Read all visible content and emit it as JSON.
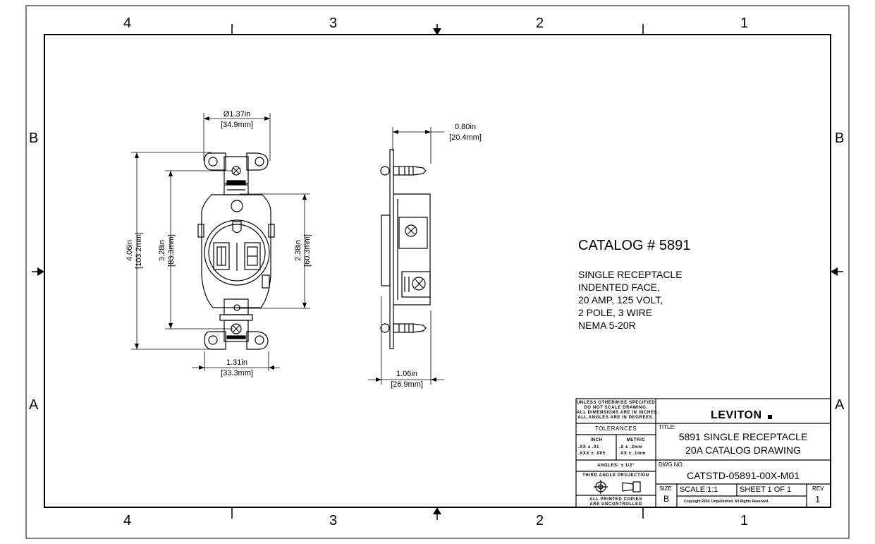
{
  "zones": {
    "top": [
      "4",
      "3",
      "2",
      "1"
    ],
    "bottom": [
      "4",
      "3",
      "2",
      "1"
    ],
    "left": [
      "B",
      "A"
    ],
    "right": [
      "B",
      "A"
    ]
  },
  "dimensions": {
    "front_width_in": "Ø1.37in",
    "front_width_mm": "[34.9mm]",
    "overall_height_in": "4.06in",
    "overall_height_mm": "[103.2mm]",
    "mount_height_in": "3.28in",
    "mount_height_mm": "[83.3mm]",
    "body_height_in": "2.38in",
    "body_height_mm": "[60.3mm]",
    "strap_width_in": "1.31in",
    "strap_width_mm": "[33.3mm]",
    "side_face_in": "0.80in",
    "side_face_mm": "[20.4mm]",
    "side_depth_in": "1.06in",
    "side_depth_mm": "[26.9mm]"
  },
  "catalog": {
    "title": "CATALOG # 5891",
    "description": [
      "SINGLE RECEPTACLE",
      "INDENTED FACE,",
      "20 AMP, 125 VOLT,",
      "2 POLE, 3 WIRE",
      "NEMA 5-20R"
    ]
  },
  "title_block": {
    "notes": [
      "UNLESS OTHERWISE SPECIFIED:",
      "DO NOT SCALE DRAWING.",
      "ALL DIMENSIONS ARE IN INCHES.",
      "ALL ANGLES ARE IN DEGREES."
    ],
    "tolerances_label": "TOLERANCES",
    "inch_label": "INCH",
    "metric_label": "METRIC",
    "inch_tol_1": ".XX   ± .01",
    "inch_tol_2": ".XXX  ± .005",
    "metric_tol_1": ".X    ± .2mm",
    "metric_tol_2": ".XX   ± .1mm",
    "angles": "ANGLES: ± 1/2°",
    "projection": "THIRD ANGLE PROJECTION",
    "uncontrolled": [
      "ALL PRINTED COPIES",
      "ARE UNCONTROLLED"
    ],
    "logo": "LEVITON",
    "title_label": "TITLE:",
    "title_lines": [
      "5891 SINGLE RECEPTACLE",
      "20A CATALOG DRAWING"
    ],
    "dwg_label": "DWG NO.",
    "dwg_no": "CATSTD-05891-00X-M01",
    "size_label": "SIZE",
    "size": "B",
    "scale": "SCALE:1:1",
    "sheet": "SHEET 1 OF 1",
    "rev_label": "REV",
    "rev": "1",
    "copyright": "Copyright 2020, Unpublished. All Rights Reserved."
  }
}
